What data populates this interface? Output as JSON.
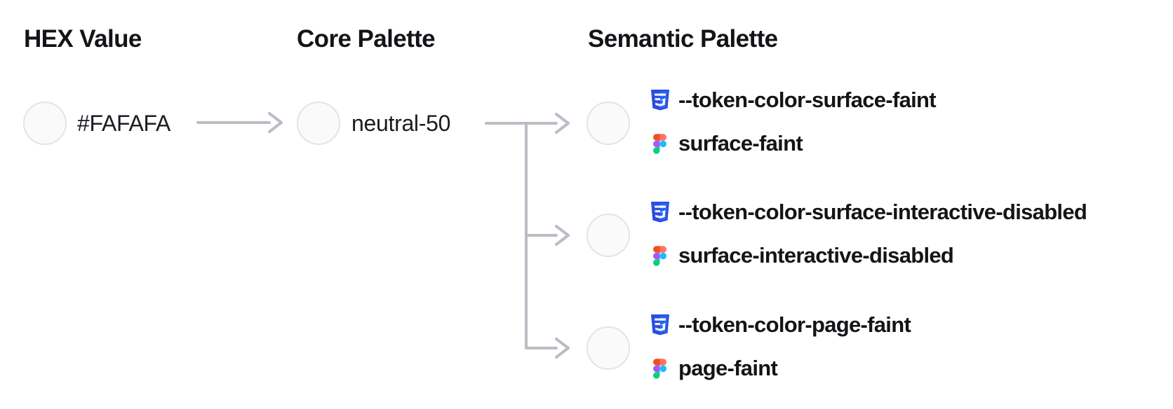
{
  "headers": {
    "hex": "HEX Value",
    "core": "Core Palette",
    "semantic": "Semantic Palette"
  },
  "hex": {
    "value": "#FAFAFA",
    "swatch_color": "#FAFAFA"
  },
  "core": {
    "name": "neutral-50",
    "swatch_color": "#FAFAFA"
  },
  "semantic_tokens": [
    {
      "css_variable": "--token-color-surface-faint",
      "figma_name": "surface-faint",
      "swatch_color": "#FAFAFA"
    },
    {
      "css_variable": "--token-color-surface-interactive-disabled",
      "figma_name": "surface-interactive-disabled",
      "swatch_color": "#FAFAFA"
    },
    {
      "css_variable": "--token-color-page-faint",
      "figma_name": "page-faint",
      "swatch_color": "#FAFAFA"
    }
  ],
  "icons": {
    "css": "css3-shield-icon",
    "figma": "figma-logo-icon",
    "css_brand_colors": [
      "#264DE4",
      "#2965F1",
      "#EBEBEB",
      "#FFFFFF"
    ],
    "figma_brand_colors": [
      "#F24E1E",
      "#FF7262",
      "#A259FF",
      "#1ABCFE",
      "#0ACF83"
    ]
  },
  "colors": {
    "swatch_fill": "#FAFAFA",
    "swatch_border": "#E2E4E9",
    "arrow": "#B9BDC4",
    "text": "#131417"
  }
}
